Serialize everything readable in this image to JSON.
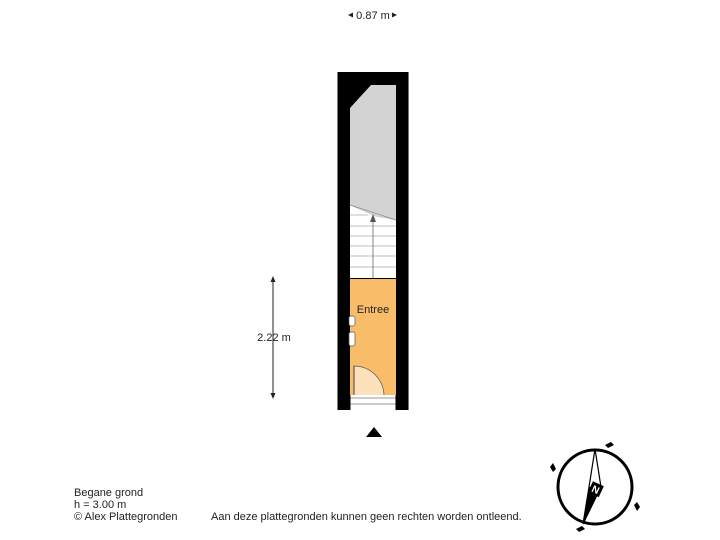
{
  "dimensions": {
    "width_label": "0.87 m",
    "height_label": "2.22 m"
  },
  "rooms": [
    {
      "label": "Entree",
      "color": "#f9bd6a"
    }
  ],
  "floor": {
    "name": "Begane grond",
    "height": "h = 3.00 m",
    "copyright": "© Alex Plattegronden"
  },
  "disclaimer": "Aan deze plattegronden kunnen geen rechten worden ontleend.",
  "compass": {
    "north_label": "N"
  },
  "colors": {
    "wall": "#000000",
    "void": "#d3d3d4",
    "room": "#f9bd6a"
  }
}
